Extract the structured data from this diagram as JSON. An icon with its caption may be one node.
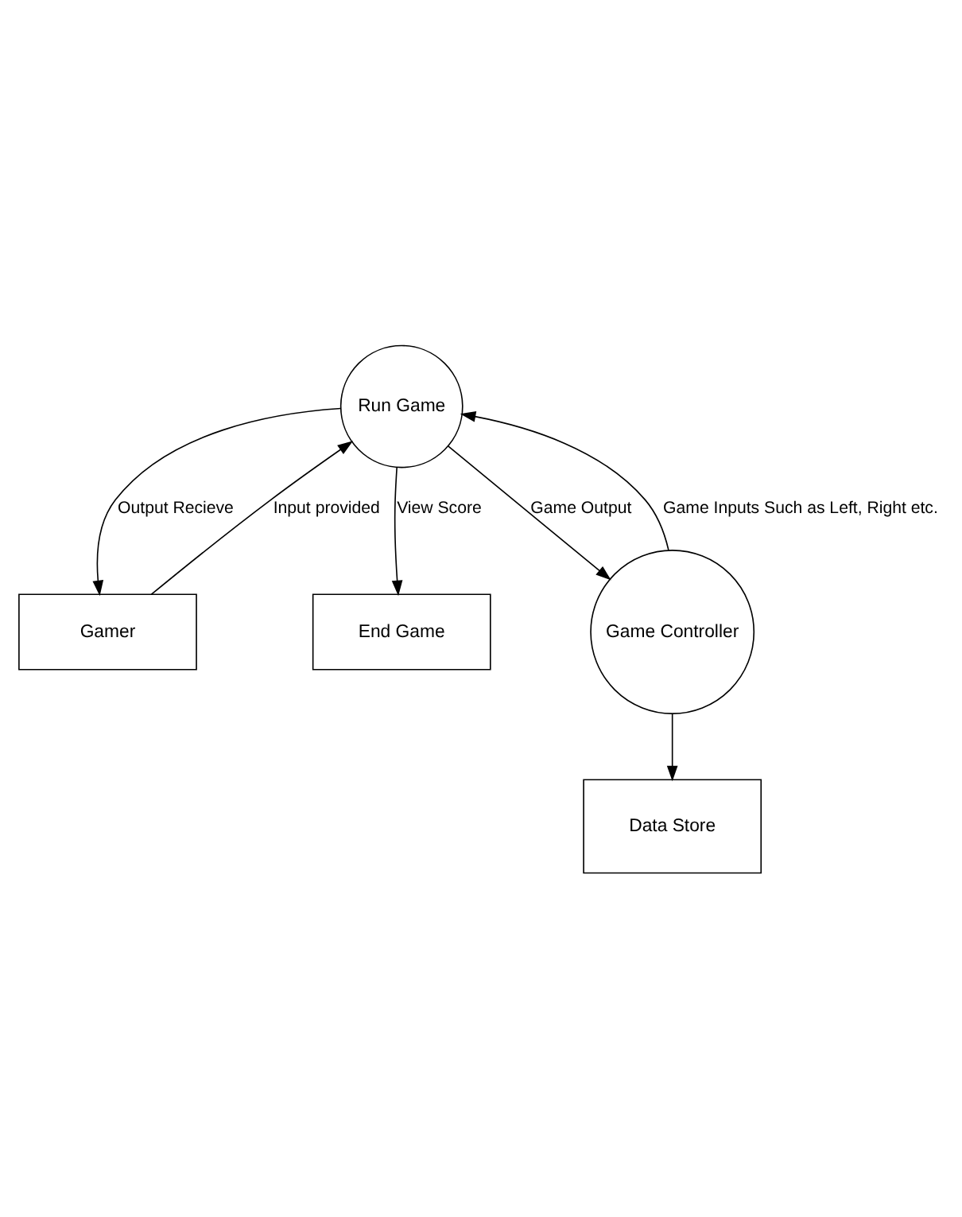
{
  "diagram": {
    "nodes": [
      {
        "text": [
          "Run Game"
        ]
      },
      {
        "text": [
          "Gamer"
        ]
      },
      {
        "text": [
          "End Game"
        ]
      },
      {
        "text": [
          "Game Controller"
        ]
      },
      {
        "text": [
          "Data Store"
        ]
      }
    ],
    "edges": [
      {
        "from": 1,
        "to": 0,
        "arrow": "to",
        "label": "Input provided"
      },
      {
        "from": 0,
        "to": 1,
        "arrow": "to",
        "label": "Output Recieve"
      },
      {
        "from": 0,
        "to": 2,
        "arrow": "to",
        "label": "View Score"
      },
      {
        "from": 0,
        "to": 3,
        "arrow": "to",
        "label": "Game Output"
      },
      {
        "from": 3,
        "to": 0,
        "arrow": "to",
        "label": "Game Inputs Such as Left, Right etc."
      },
      {
        "from": 3,
        "to": 4,
        "arrow": "to"
      }
    ]
  }
}
